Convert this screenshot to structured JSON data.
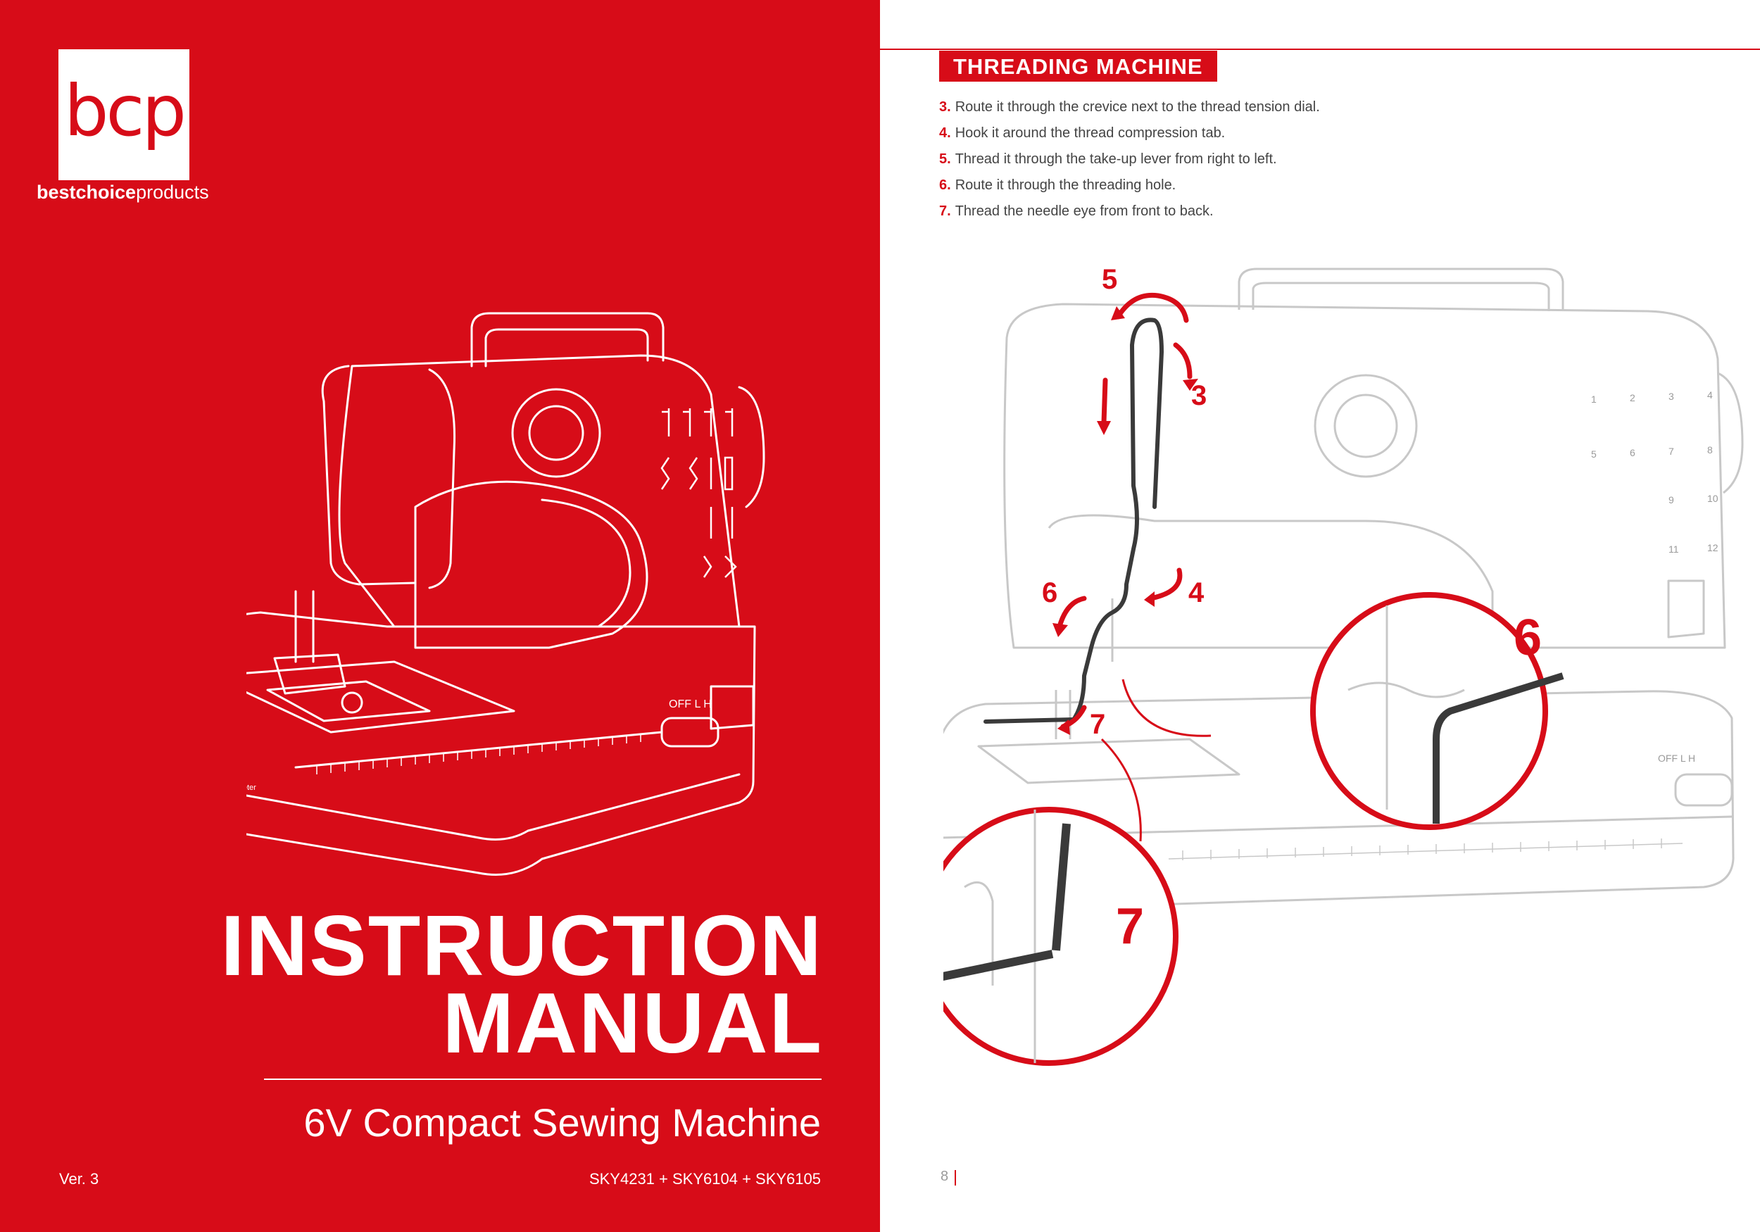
{
  "brand": {
    "logo_mark": "bcp",
    "logo_word_bold": "bestchoice",
    "logo_word_light": "products"
  },
  "cover": {
    "title_line1": "INSTRUCTION",
    "title_line2": "MANUAL",
    "subtitle": "6V Compact Sewing Machine",
    "version": "Ver. 3",
    "models": "SKY4231 + SKY6104 + SKY6105",
    "machine_labels": {
      "switch": "OFF L H",
      "ruler": "Centimeter"
    }
  },
  "page": {
    "section_title": "THREADING MACHINE",
    "steps": [
      {
        "num": "3.",
        "text": "Route it through the crevice next to the thread tension dial."
      },
      {
        "num": "4.",
        "text": "Hook it around the thread compression tab."
      },
      {
        "num": "5.",
        "text": "Thread it through the take-up lever from right to left."
      },
      {
        "num": "6.",
        "text": "Route it through the threading hole."
      },
      {
        "num": "7.",
        "text": "Thread the needle eye from front to back."
      }
    ],
    "page_number": "8"
  },
  "diagram": {
    "callouts": [
      "5",
      "3",
      "4",
      "6",
      "7"
    ],
    "zoom_labels": [
      "6",
      "7"
    ],
    "switch_label": "OFF L H",
    "stitch_numbers": [
      "1",
      "2",
      "3",
      "4",
      "5",
      "6",
      "7",
      "8",
      "9",
      "10",
      "11",
      "12"
    ]
  },
  "colors": {
    "brand_red": "#d70c18",
    "line_gray": "#c8c8c8",
    "thread": "#3a3a3a"
  }
}
